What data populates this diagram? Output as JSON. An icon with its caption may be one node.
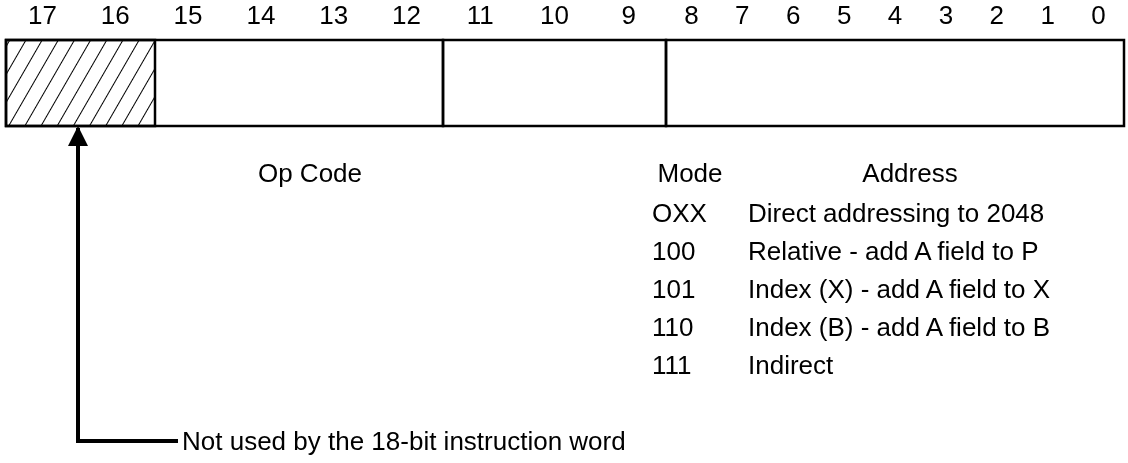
{
  "diagram": {
    "nodes": [
      {
        "text": [],
        "shape": "box"
      },
      {
        "text": [
          "Not used by the 18-bit instruction word"
        ]
      }
    ],
    "edges": [
      {
        "from": 1,
        "to": 0,
        "arrow": "to"
      }
    ],
    "labels": [
      "17",
      "16",
      "15",
      "14",
      "13",
      "12",
      "11",
      "10",
      "9",
      "8",
      "7",
      "6",
      "5",
      "4",
      "3",
      "2",
      "1",
      "0",
      "Op Code",
      "Mode",
      "Address",
      "OXX",
      "Direct addressing to 2048",
      "100",
      "Relative - add A field to P",
      "101",
      "Index (X) - add A field to X",
      "110",
      "Index (B) - add A field to B",
      "111",
      "Indirect"
    ]
  }
}
